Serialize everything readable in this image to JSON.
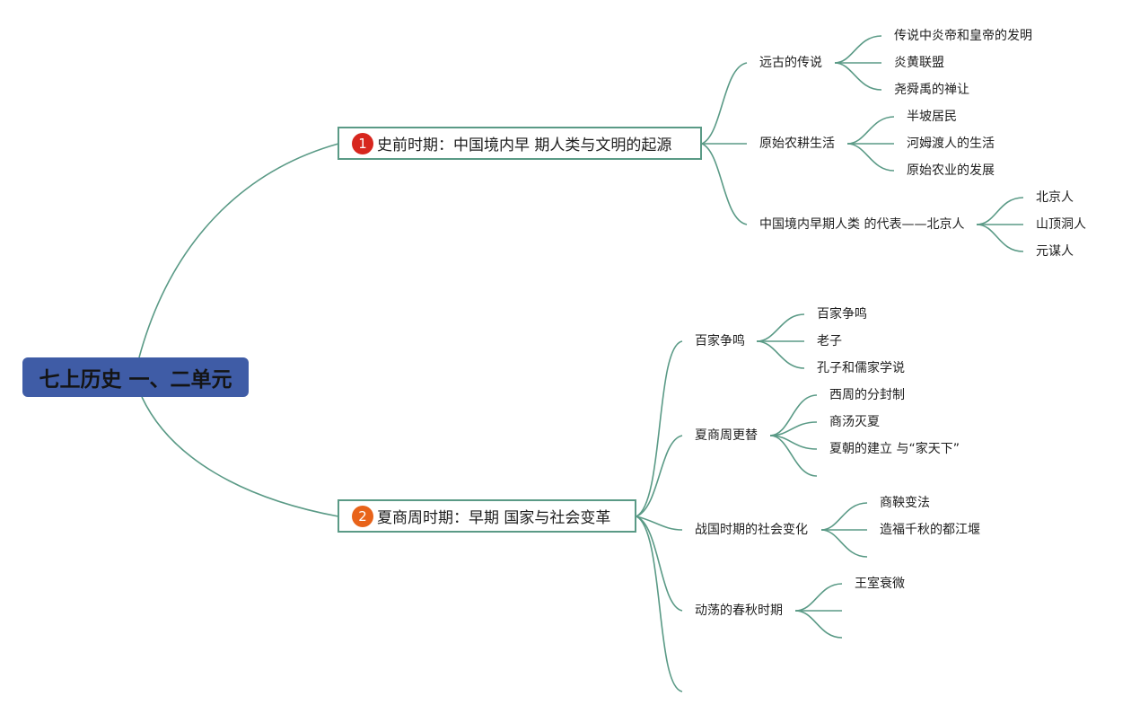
{
  "root": {
    "label": "七上历史 一、二单元"
  },
  "branches": [
    {
      "number": "1",
      "badge_color": "#d7261e",
      "label": "史前时期：中国境内早 期人类与文明的起源",
      "topics": [
        {
          "label": "远古的传说",
          "items": [
            "传说中炎帝和皇帝的发明",
            "炎黄联盟",
            "尧舜禹的禅让"
          ]
        },
        {
          "label": "原始农耕生活",
          "items": [
            "半坡居民",
            "河姆渡人的生活",
            "原始农业的发展"
          ]
        },
        {
          "label": "中国境内早期人类 的代表——北京人",
          "items": [
            "北京人",
            "山顶洞人",
            "元谋人"
          ]
        }
      ]
    },
    {
      "number": "2",
      "badge_color": "#e8631a",
      "label": "夏商周时期：早期 国家与社会变革",
      "topics": [
        {
          "label": "百家争鸣",
          "items": [
            "百家争鸣",
            "老子",
            "孔子和儒家学说"
          ]
        },
        {
          "label": "夏商周更替",
          "items": [
            "西周的分封制",
            "商汤灭夏",
            "夏朝的建立 与“家天下”"
          ]
        },
        {
          "label": "战国时期的社会变化",
          "items": [
            "商鞅变法",
            "造福千秋的都江堰"
          ]
        },
        {
          "label": "动荡的春秋时期",
          "items": [
            "王室衰微"
          ]
        }
      ]
    }
  ]
}
